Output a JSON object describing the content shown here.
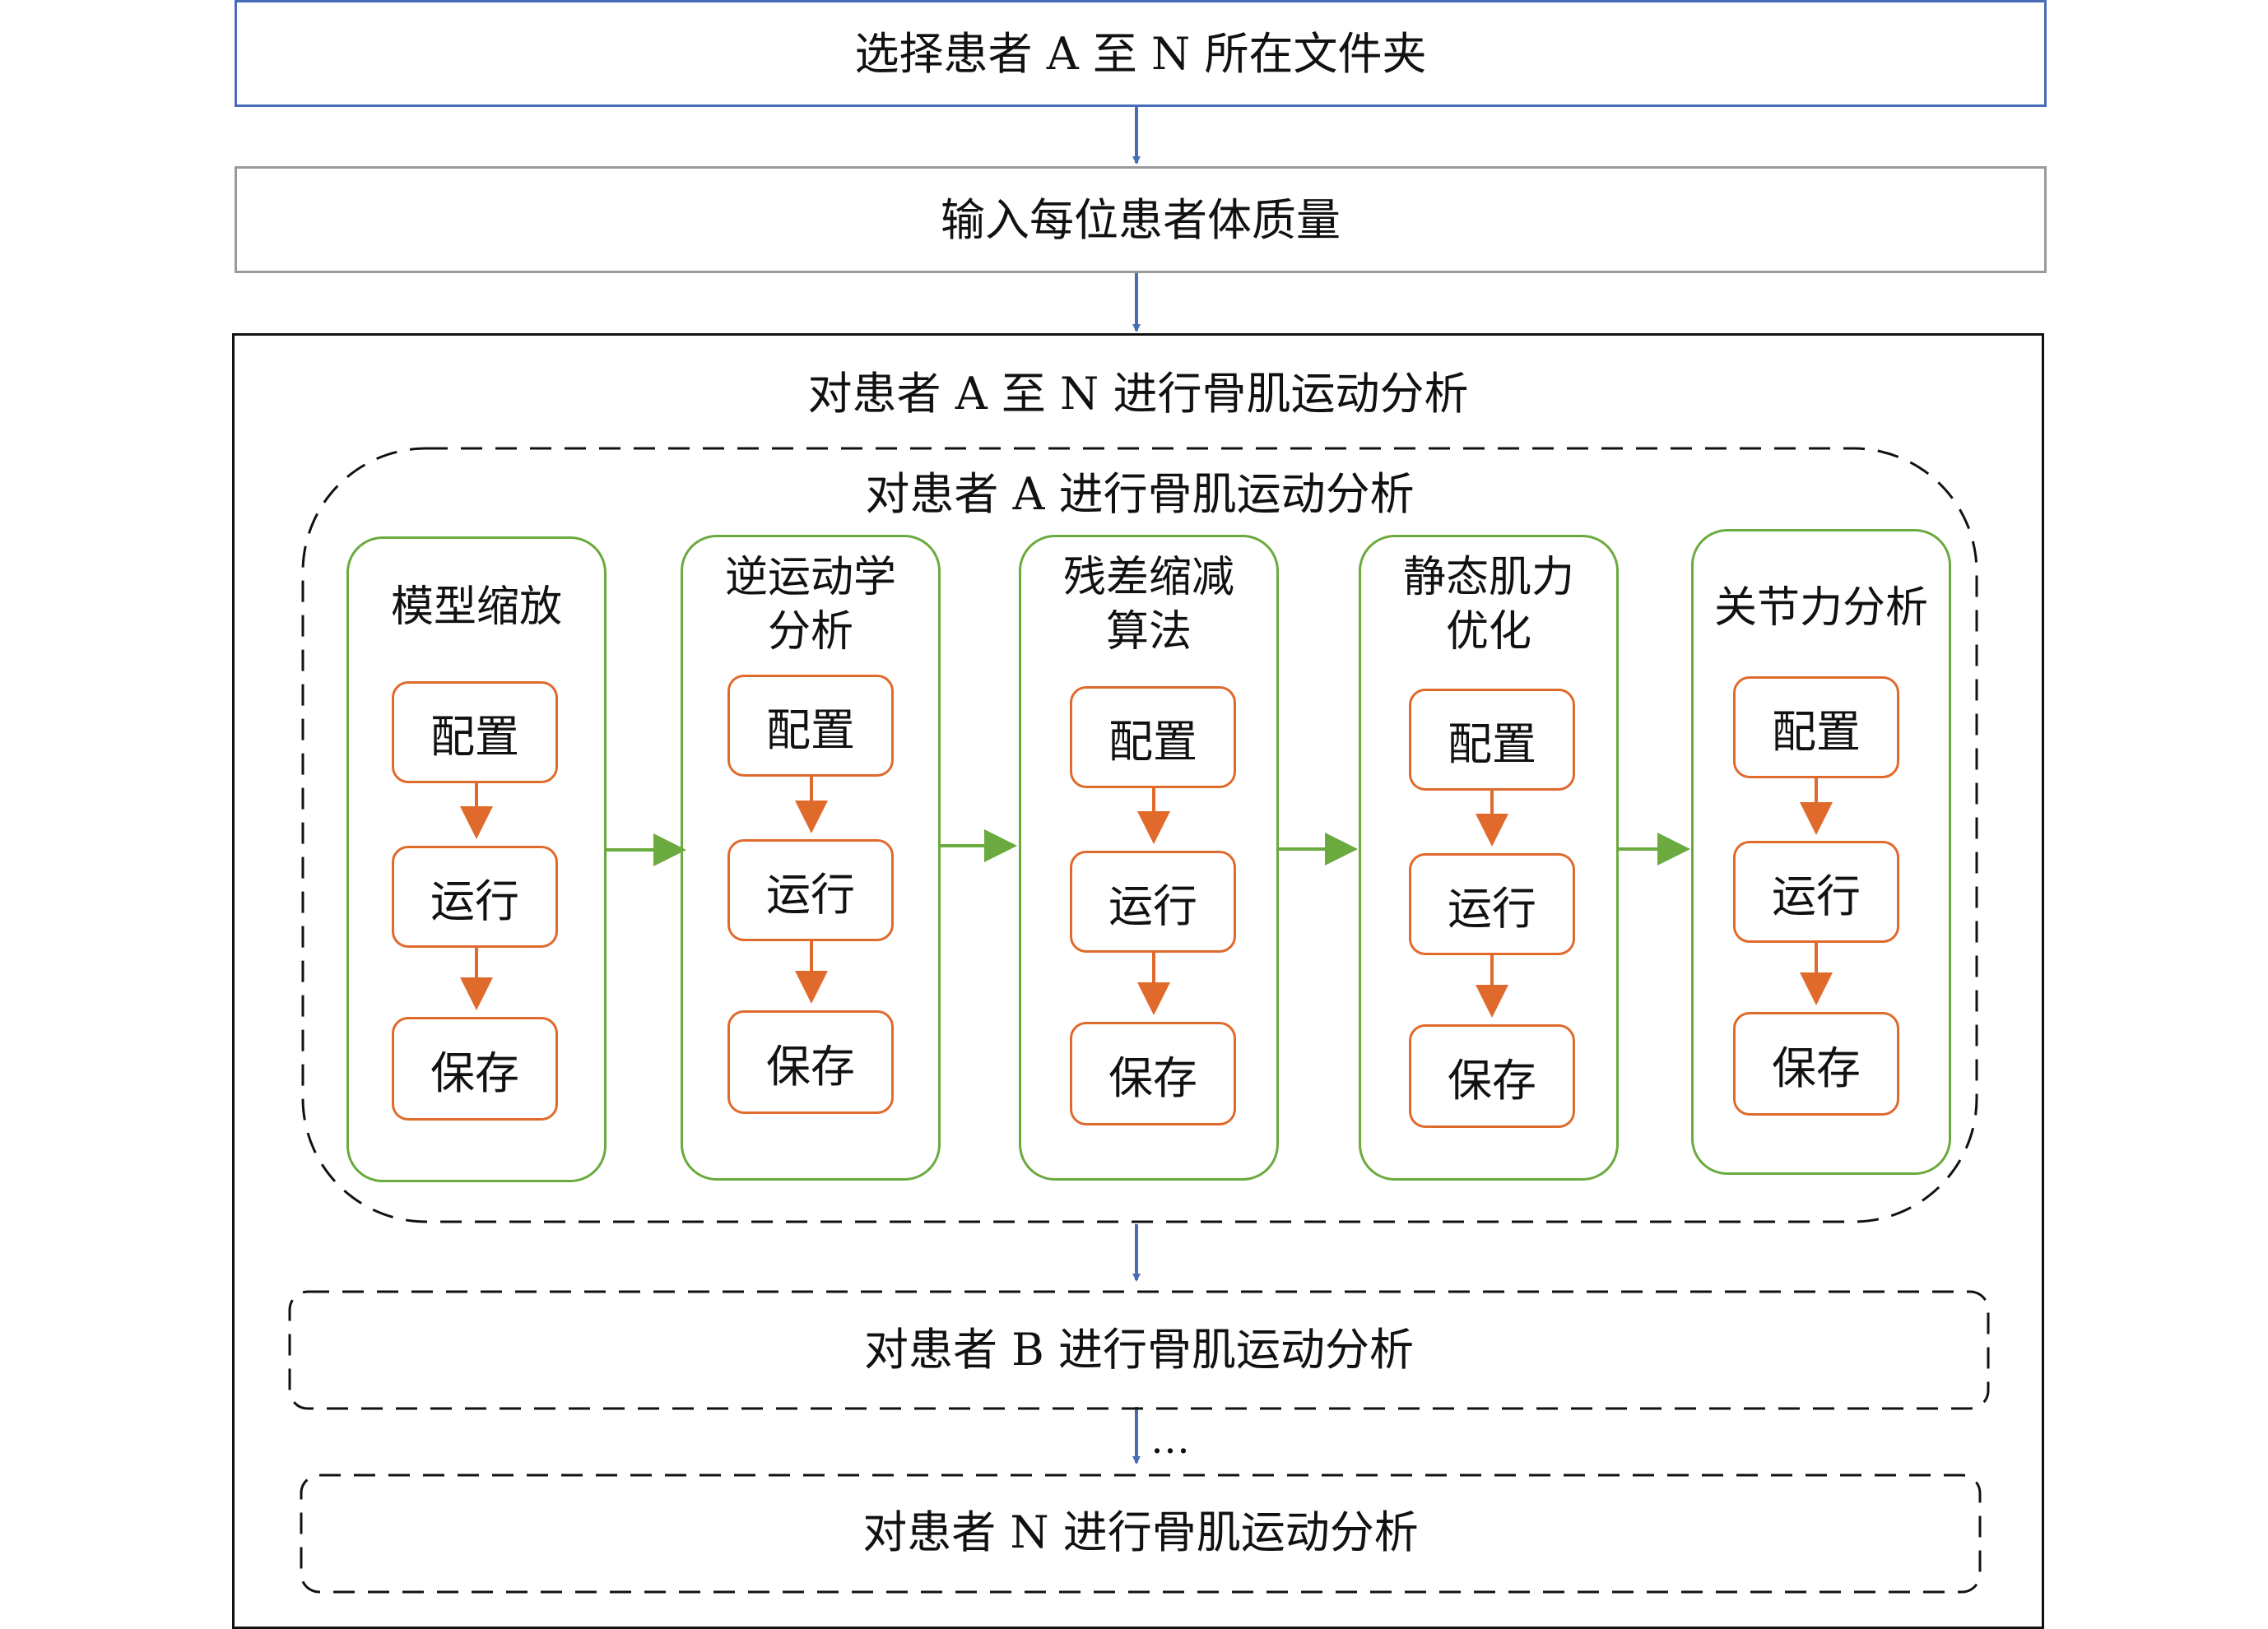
{
  "top_box": {
    "label": "选择患者 A 至 N 所在文件夹"
  },
  "mass_box": {
    "label": "输入每位患者体质量"
  },
  "outer_box": {
    "title": "对患者 A 至 N 进行骨肌运动分析"
  },
  "patient_a": {
    "title": "对患者 A 进行骨肌运动分析",
    "stages": [
      {
        "title": "模型缩放",
        "steps": [
          "配置",
          "运行",
          "保存"
        ]
      },
      {
        "title": "逆运动学\n分析",
        "steps": [
          "配置",
          "运行",
          "保存"
        ]
      },
      {
        "title": "残差缩减\n算法",
        "steps": [
          "配置",
          "运行",
          "保存"
        ]
      },
      {
        "title": "静态肌力\n优化",
        "steps": [
          "配置",
          "运行",
          "保存"
        ]
      },
      {
        "title": "关节力分析",
        "steps": [
          "配置",
          "运行",
          "保存"
        ]
      }
    ]
  },
  "patient_b": {
    "title": "对患者 B 进行骨肌运动分析"
  },
  "ellipsis": {
    "label": "…"
  },
  "patient_n": {
    "title": "对患者 N 进行骨肌运动分析"
  },
  "colors": {
    "blue": "#4a6bb8",
    "grey": "#9a9a9a",
    "green": "#6aaa3e",
    "orange": "#e06a2c",
    "black": "#111111"
  }
}
